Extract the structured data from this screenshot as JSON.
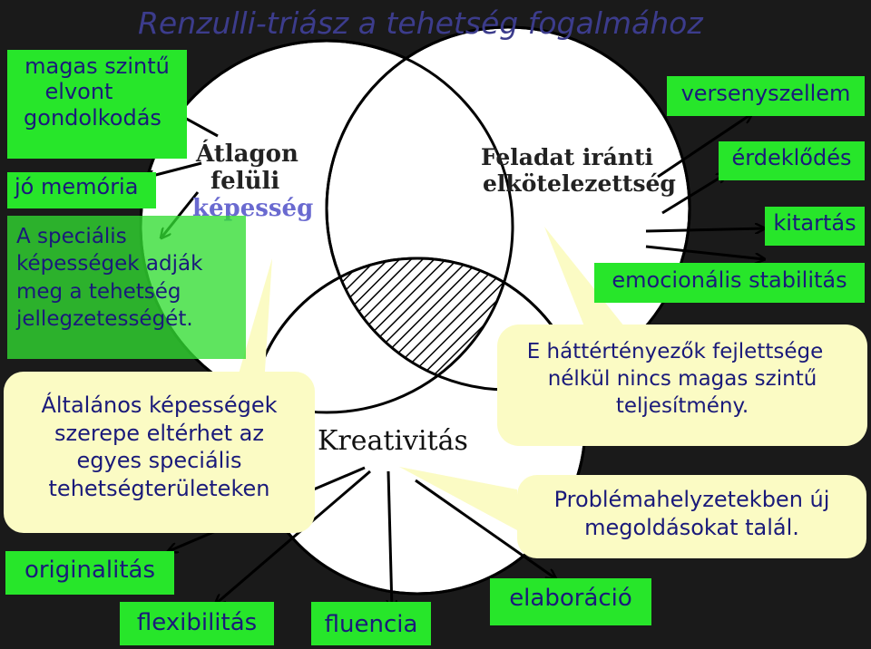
{
  "title": "Renzulli-triász a tehetség fogalmához",
  "venn": {
    "ability": [
      "Átlagon",
      "felüli",
      "képesség"
    ],
    "commitment": [
      "Feladat iránti",
      "elkötelezettség"
    ],
    "creativity": "Kreativitás"
  },
  "abilities": {
    "abstract_thinking": [
      "magas szintű",
      "elvont",
      "gondolkodás"
    ],
    "memory": "jó memória",
    "special_note": [
      "A speciális",
      "képességek adják",
      "meg a tehetség",
      "jellegzetességét."
    ],
    "general_note": [
      "Általános képességek",
      "szerepe eltérhet az",
      "egyes speciális",
      "tehetségterületeken"
    ]
  },
  "commitment_traits": {
    "competition": "versenyszellem",
    "interest": "érdeklődés",
    "persistence": "kitartás",
    "emotional": "emocionális stabilitás",
    "background_note": [
      "E háttértényezők fejlettsége",
      "nélkül nincs magas szintű",
      "teljesítmény."
    ]
  },
  "creativity_traits": {
    "originality": "originalitás",
    "flexibility": "flexibilitás",
    "fluency": "fluencia",
    "elaboration": "elaboráció",
    "problem_note": [
      "Problémahelyzetekben új",
      "megoldásokat talál."
    ]
  },
  "colors": {
    "green": "#27e62a",
    "bubble": "#fbfbc4",
    "text": "#1a1a7a",
    "title": "#3c3c8c"
  }
}
